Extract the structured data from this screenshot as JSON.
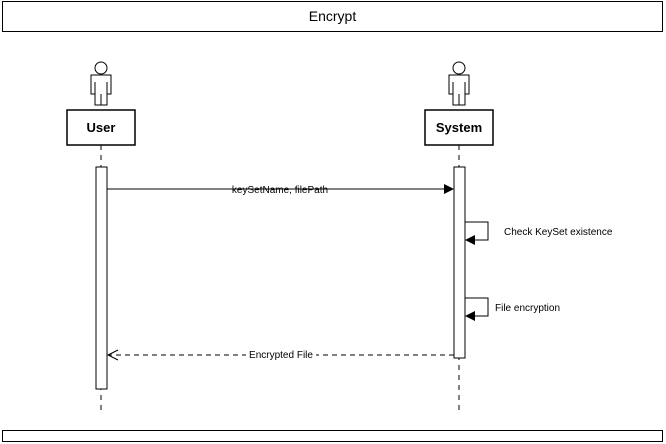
{
  "diagram": {
    "title": "Encrypt",
    "actors": [
      {
        "id": "user",
        "name": "User"
      },
      {
        "id": "system",
        "name": "System"
      }
    ],
    "messages": [
      {
        "from": "user",
        "to": "system",
        "label": "keySetName, filePath",
        "style": "solid"
      },
      {
        "from": "system",
        "to": "system",
        "label": "Check KeySet existence",
        "style": "self"
      },
      {
        "from": "system",
        "to": "system",
        "label": "File encryption",
        "style": "self"
      },
      {
        "from": "system",
        "to": "user",
        "label": "Encrypted File",
        "style": "dashed-return"
      }
    ]
  }
}
